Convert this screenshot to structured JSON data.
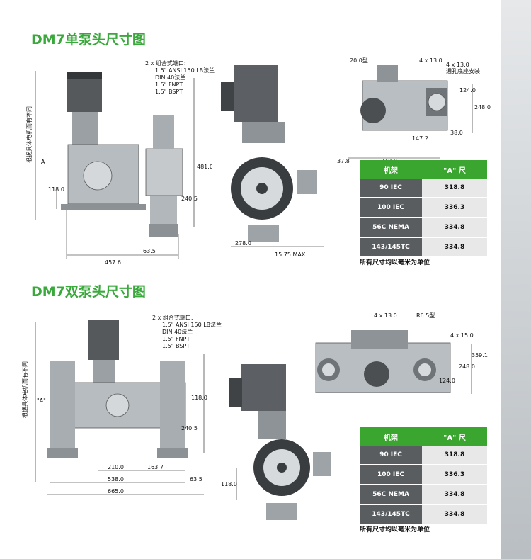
{
  "single": {
    "title": "DM7单泵头尺寸图",
    "port_note": [
      "2 x 组合式端口:",
      "1.5\" ANSI 150 LB法兰",
      "DIN 40法兰",
      "1.5\" FNPT",
      "1.5\" BSPT"
    ],
    "side_label": "根据具体电机而有不同",
    "dims": {
      "a": "A",
      "d118": "118.0",
      "d4576": "457.6",
      "d481": "481.0",
      "d2405": "240.5",
      "d635": "63.5",
      "d278": "278.0",
      "d1575": "15.75 MAX",
      "d20": "20.0型",
      "d4x13": "4 x 13.0",
      "d4x13b": "4 x 13.0",
      "mount": "通孔底座安装",
      "d124": "124.0",
      "d248": "248.0",
      "d38": "38.0",
      "d1472": "147.2",
      "d378": "37.8",
      "d210": "210.0"
    },
    "table": {
      "headers": [
        "机架",
        "\"A\" 尺"
      ],
      "rows": [
        [
          "90 IEC",
          "318.8"
        ],
        [
          "100 IEC",
          "336.3"
        ],
        [
          "56C NEMA",
          "334.8"
        ],
        [
          "143/145TC",
          "334.8"
        ]
      ]
    },
    "unit_note": "所有尺寸均以毫米为单位"
  },
  "double": {
    "title": "DM7双泵头尺寸图",
    "port_note": [
      "2 x 组合式端口:",
      "1.5\" ANSI 150 LB法兰",
      "DIN 40法兰",
      "1.5\" FNPT",
      "1.5\" BSPT"
    ],
    "side_label": "根据具体电机而有不同",
    "dims": {
      "a": "\"A\"",
      "d118": "118.0",
      "d2405": "240.5",
      "d210": "210.0",
      "d1637": "163.7",
      "d538": "538.0",
      "d635": "63.5",
      "d665": "665.0",
      "d118b": "118.0",
      "d4x13": "4 x 13.0",
      "r65": "R6.5型",
      "d4x15": "4 x 15.0",
      "d3591": "359.1",
      "d248": "248.0",
      "d124": "124.0"
    },
    "table": {
      "headers": [
        "机架",
        "\"A\" 尺"
      ],
      "rows": [
        [
          "90 IEC",
          "318.8"
        ],
        [
          "100 IEC",
          "336.3"
        ],
        [
          "56C NEMA",
          "334.8"
        ],
        [
          "143/145TC",
          "334.8"
        ]
      ]
    },
    "unit_note": "所有尺寸均以毫米为单位"
  }
}
